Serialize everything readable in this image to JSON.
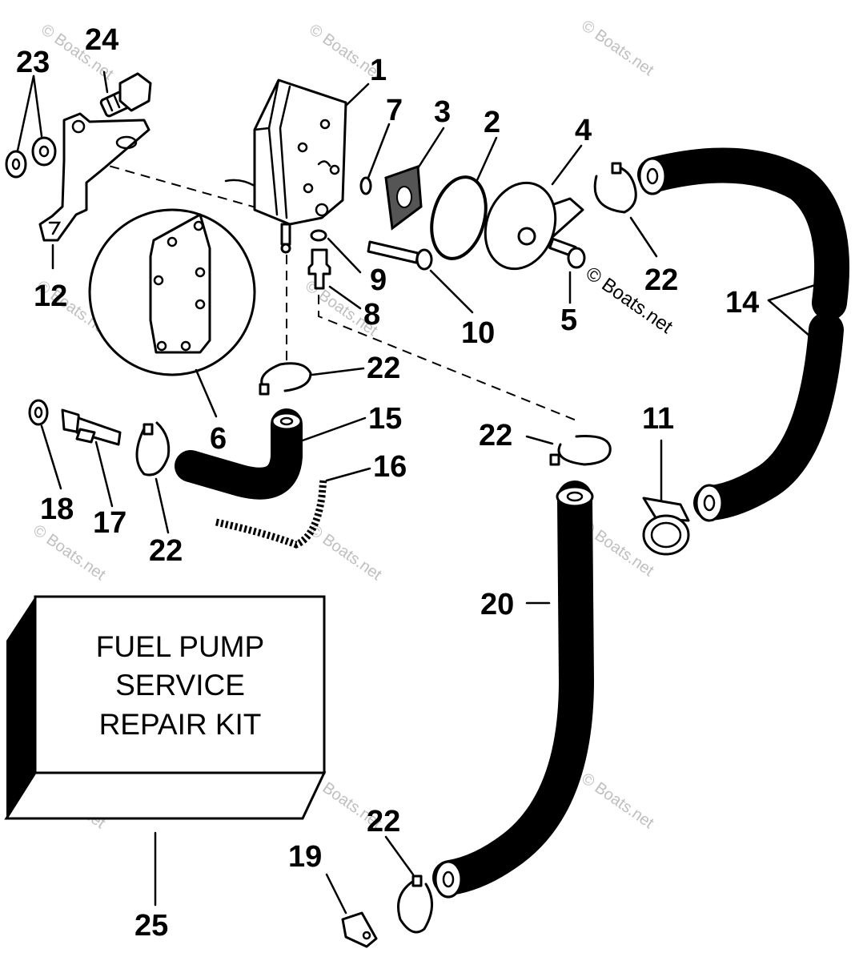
{
  "diagram": {
    "callouts": {
      "c1": "1",
      "c2": "2",
      "c3": "3",
      "c4": "4",
      "c5": "5",
      "c6": "6",
      "c7": "7",
      "c8": "8",
      "c9": "9",
      "c10": "10",
      "c11": "11",
      "c12": "12",
      "c14": "14",
      "c15": "15",
      "c16": "16",
      "c17": "17",
      "c18": "18",
      "c19": "19",
      "c20": "20",
      "c22a": "22",
      "c22b": "22",
      "c22c": "22",
      "c22d": "22",
      "c22e": "22",
      "c23": "23",
      "c24": "24",
      "c25": "25"
    },
    "kit_box": {
      "line1": "FUEL PUMP",
      "line2": "SERVICE",
      "line3": "REPAIR KIT"
    },
    "watermark": "© Boats.net"
  }
}
